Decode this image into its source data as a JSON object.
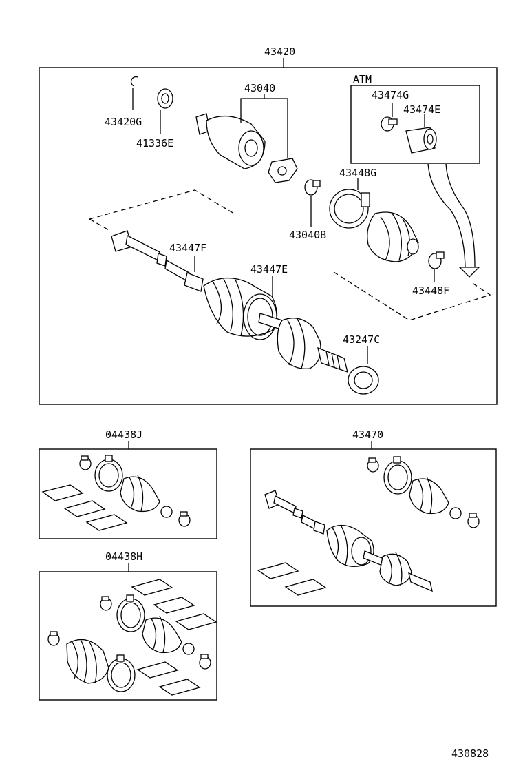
{
  "diagram": {
    "footer_code": "430828",
    "main_assembly": {
      "label": "43420",
      "atm_label": "ATM",
      "parts": {
        "p43420G": "43420G",
        "p41336E": "41336E",
        "p43040": "43040",
        "p43474G": "43474G",
        "p43474E": "43474E",
        "p43448G": "43448G",
        "p43040B": "43040B",
        "p43447F": "43447F",
        "p43447E": "43447E",
        "p43448F": "43448F",
        "p43247C": "43247C"
      }
    },
    "kits": {
      "k04438J": "04438J",
      "k43470": "43470",
      "k04438H": "04438H"
    }
  }
}
